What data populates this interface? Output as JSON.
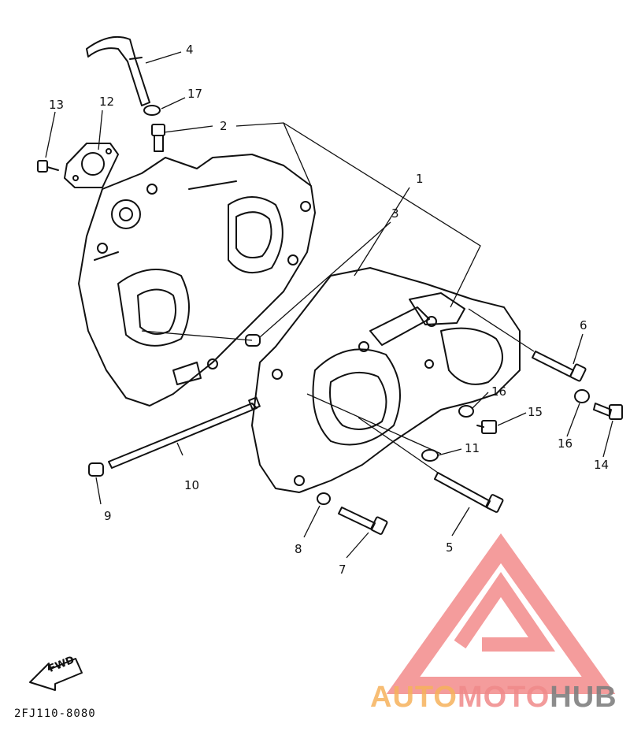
{
  "diagram": {
    "fwd_label": "FWD",
    "part_code": "2FJ110-8080",
    "callouts": {
      "c1": "1",
      "c2": "2",
      "c3": "3",
      "c4": "4",
      "c5": "5",
      "c6": "6",
      "c7": "7",
      "c8": "8",
      "c9": "9",
      "c10": "10",
      "c11": "11",
      "c12": "12",
      "c13": "13",
      "c14": "14",
      "c15": "15",
      "c16a": "16",
      "c16b": "16",
      "c17": "17"
    }
  },
  "watermark": {
    "part1": "AUTO",
    "part2": "MOTO",
    "part3": "HUB",
    "colors": {
      "auto": "#f6b25c",
      "moto": "#f08a8a",
      "hub": "#808080",
      "logo": "#f28b8b"
    }
  }
}
